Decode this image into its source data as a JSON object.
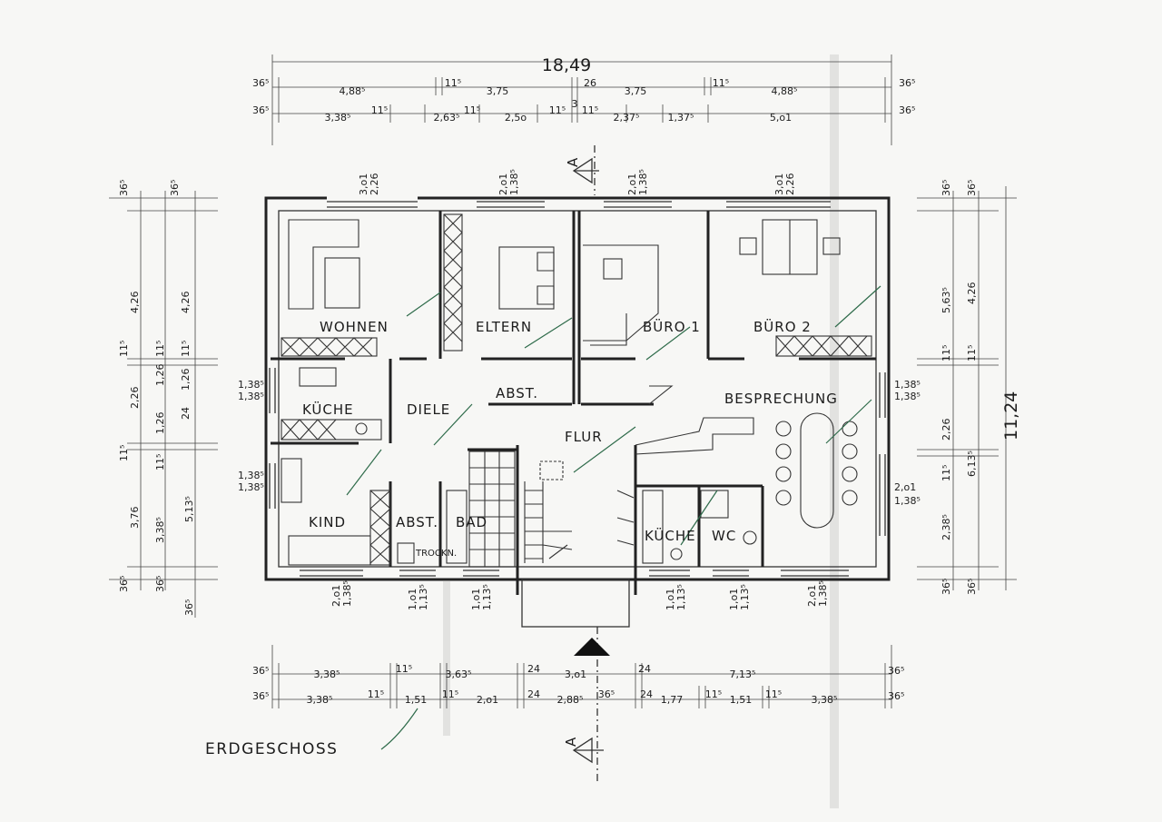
{
  "drawing": {
    "title": "ERDGESCHOSS",
    "section_marker": "A",
    "total_width": "18,49",
    "total_depth": "11,24"
  },
  "rooms": {
    "wohnen": "WOHNEN",
    "eltern": "ELTERN",
    "buero1": "BÜRO 1",
    "buero2": "BÜRO 2",
    "kueche_left": "KÜCHE",
    "diele": "DIELE",
    "abst_top": "ABST.",
    "besprechung": "BESPRECHUNG",
    "flur": "FLUR",
    "kind": "KIND",
    "abst_bottom": "ABST.",
    "bad": "BAD",
    "trockn": "TROCKN.",
    "kueche_right": "KÜCHE",
    "wc": "WC"
  },
  "dims_top": {
    "row1": [
      "36⁵",
      "4,88⁵",
      "11⁵",
      "3,75",
      "26",
      "3,75",
      "11⁵",
      "4,88⁵",
      "36⁵"
    ],
    "row2": [
      "36⁵",
      "3,38⁵",
      "11⁵",
      "2,63⁵",
      "11⁵",
      "2,5o",
      "11⁵",
      "3",
      "11⁵",
      "2,37⁵",
      "1,37⁵",
      "5,o1",
      "36⁵"
    ]
  },
  "dims_bottom": {
    "row1": [
      "36⁵",
      "3,38⁵",
      "11⁵",
      "3,63⁵",
      "24",
      "3,o1",
      "24",
      "7,13⁵",
      "36⁵"
    ],
    "row2": [
      "36⁵",
      "3,38⁵",
      "11⁵",
      "1,51",
      "11⁵",
      "2,o1",
      "24",
      "2,88⁵",
      "36⁵",
      "24",
      "1,77",
      "11⁵",
      "1,51",
      "11⁵",
      "3,38⁵",
      "36⁵"
    ]
  },
  "dims_left": {
    "outer": [
      "36⁵",
      "4,26",
      "11⁵",
      "2,26",
      "11⁵",
      "3,76",
      "36⁵"
    ],
    "inner": [
      "36⁵",
      "4,26",
      "11⁵",
      "1,26",
      "24",
      "1,26",
      "11⁵",
      "3,38⁵",
      "36⁵",
      "5,13⁵",
      "36⁵",
      "11⁵",
      "1,26"
    ]
  },
  "dims_right": {
    "outer": [
      "36⁵",
      "5,63⁵",
      "11⁵",
      "2,26",
      "11⁵",
      "2,38⁵",
      "36⁵"
    ],
    "inner": [
      "36⁵",
      "4,26",
      "11⁵",
      "6,13⁵",
      "36⁵"
    ]
  },
  "openings": {
    "w_wohnen": [
      "3,o1",
      "2,26"
    ],
    "w_eltern": [
      "2,o1",
      "1,38⁵"
    ],
    "w_buero1": [
      "2,o1",
      "1,38⁵"
    ],
    "w_buero2": [
      "3,o1",
      "2,26"
    ],
    "w_kueche_l": [
      "1,38⁵",
      "1,38⁵"
    ],
    "w_kind_l": [
      "1,38⁵",
      "1,38⁵"
    ],
    "w_bespr_1": [
      "1,38⁵",
      "1,38⁵"
    ],
    "w_bespr_2": [
      "2,o1",
      "1,38⁵"
    ],
    "w_kind_b": [
      "2,o1",
      "1,38⁵"
    ],
    "w_abst_b": [
      "1,o1",
      "1,13⁵"
    ],
    "w_bad_b": [
      "1,o1",
      "1,13⁵"
    ],
    "w_kueche_b": [
      "1,o1",
      "1,13⁵"
    ],
    "w_wc_b": [
      "1,o1",
      "1,13⁵"
    ],
    "w_bespr_b": [
      "2,o1",
      "1,38⁵"
    ]
  }
}
